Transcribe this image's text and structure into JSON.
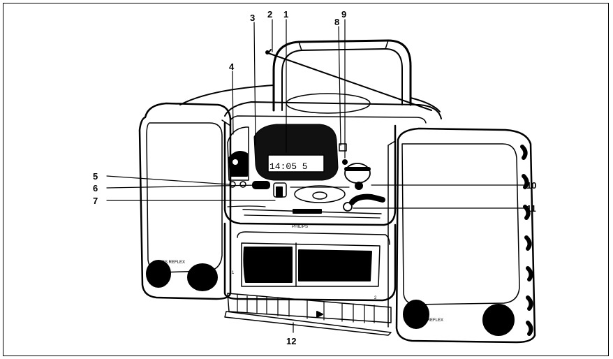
{
  "figure": {
    "callouts": [
      "1",
      "2",
      "3",
      "4",
      "5",
      "6",
      "7",
      "8",
      "9",
      "10",
      "11",
      "12"
    ],
    "display_text": "14:05 5",
    "brand_label": "PHILIPS",
    "speaker_label_left": "BASS REFLEX",
    "speaker_label_right": "BASS REFLEX",
    "deck_label_1": "1",
    "deck_label_2": "2"
  }
}
